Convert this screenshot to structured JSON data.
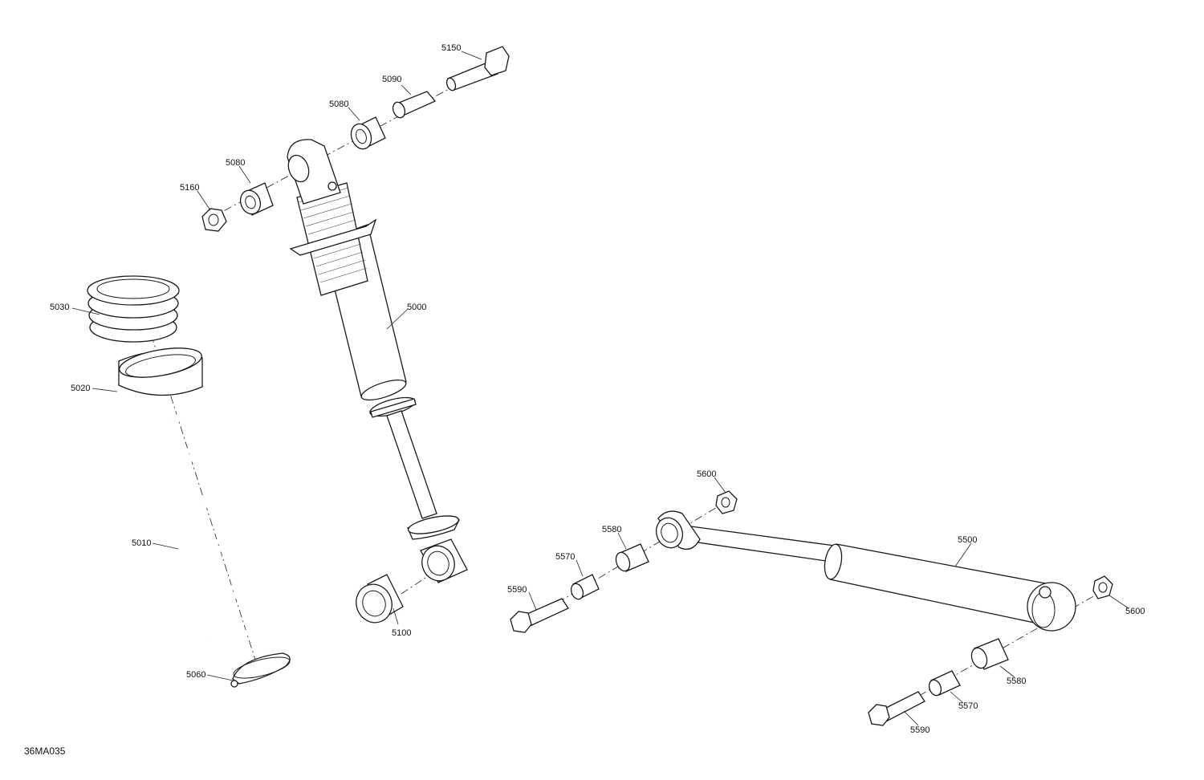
{
  "drawing_code": "36MA035",
  "callouts": {
    "p5150": "5150",
    "p5090": "5090",
    "p5080_top": "5080",
    "p5080": "5080",
    "p5160": "5160",
    "p5000": "5000",
    "p5030": "5030",
    "p5020": "5020",
    "p5010": "5010",
    "p5060": "5060",
    "p5100": "5100",
    "p5600_top": "5600",
    "p5580_left": "5580",
    "p5570_left": "5570",
    "p5590_left": "5590",
    "p5500": "5500",
    "p5600_right": "5600",
    "p5580_right": "5580",
    "p5570_right": "5570",
    "p5590_right": "5590"
  }
}
